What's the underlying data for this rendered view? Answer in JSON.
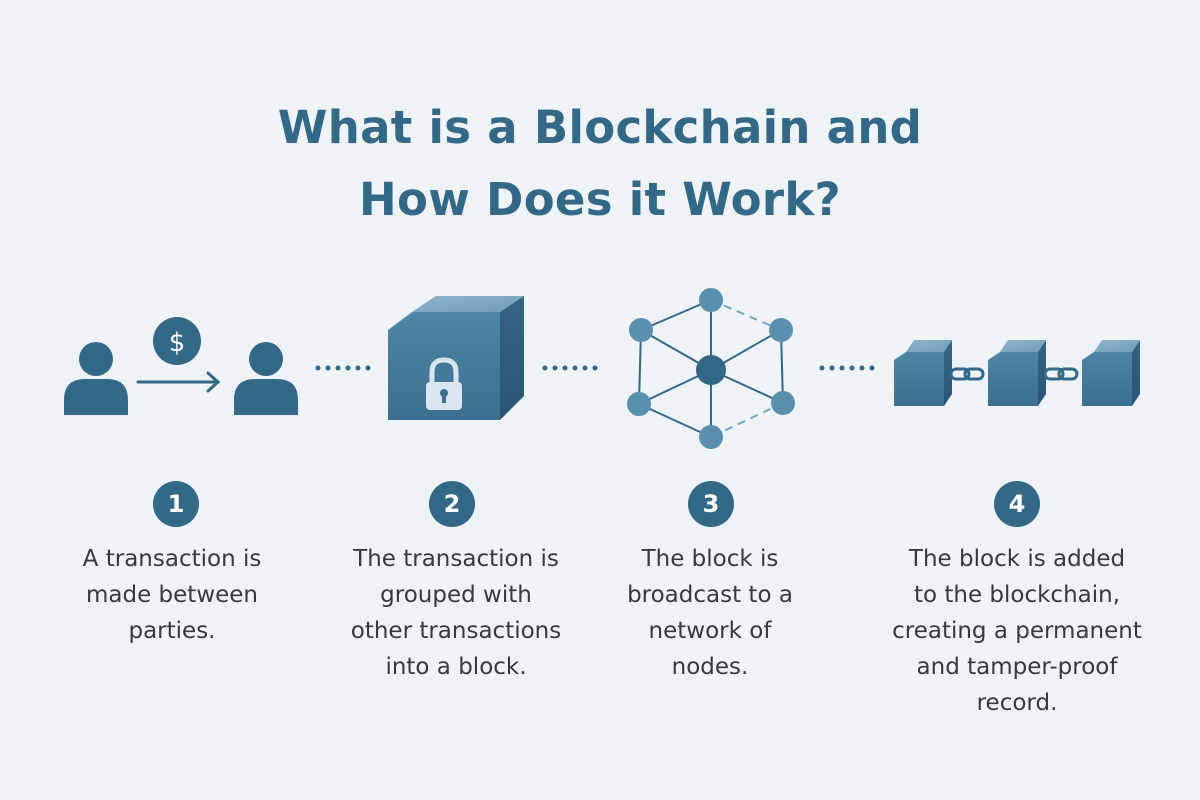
{
  "title": {
    "line1": "What is a Blockchain and",
    "line2": "How Does it Work?"
  },
  "colors": {
    "background": "#eef3f8",
    "primary": "#336887",
    "primary_light": "#5b8fae",
    "text": "#343a40"
  },
  "steps": [
    {
      "number": "1",
      "icon": "transaction-icon",
      "dollar_symbol": "$",
      "caption_lines": [
        "A transaction is",
        "made between",
        "parties."
      ]
    },
    {
      "number": "2",
      "icon": "locked-block-icon",
      "caption_lines": [
        "The transaction is",
        "grouped with",
        "other transactions",
        "into a block."
      ]
    },
    {
      "number": "3",
      "icon": "network-nodes-icon",
      "caption_lines": [
        "The block is",
        "broadcast to a",
        "network of",
        "nodes."
      ]
    },
    {
      "number": "4",
      "icon": "chained-blocks-icon",
      "caption_lines": [
        "The block is added",
        "to the blockchain,",
        "creating a permanent",
        "and tamper-proof",
        "record."
      ]
    }
  ]
}
